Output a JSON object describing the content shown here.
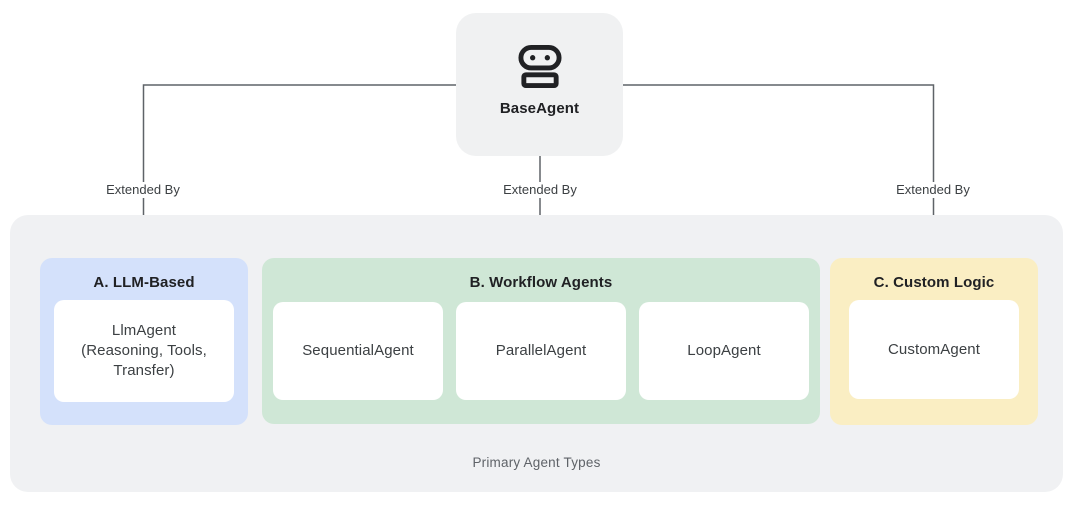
{
  "root": {
    "label": "BaseAgent",
    "icon": "robot-icon"
  },
  "edges": {
    "label": "Extended By"
  },
  "container": {
    "label": "Primary Agent Types"
  },
  "groups": [
    {
      "title": "A. LLM-Based",
      "cards": [
        "LlmAgent\n(Reasoning, Tools,\nTransfer)"
      ]
    },
    {
      "title": "B. Workflow Agents",
      "cards": [
        "SequentialAgent",
        "ParallelAgent",
        "LoopAgent"
      ]
    },
    {
      "title": "C. Custom Logic",
      "cards": [
        "CustomAgent"
      ]
    }
  ],
  "colors": {
    "page_bg": "#ffffff",
    "root_node_bg": "#f0f1f2",
    "container_bg": "#f0f1f3",
    "llm_group_bg": "#d4e1fb",
    "workflow_group_bg": "#cfe7d6",
    "custom_group_bg": "#faeec3",
    "card_bg": "#ffffff",
    "connector": "#5f6368",
    "title_text": "#202124",
    "body_text": "#3c4043",
    "muted_text": "#5f6368"
  }
}
